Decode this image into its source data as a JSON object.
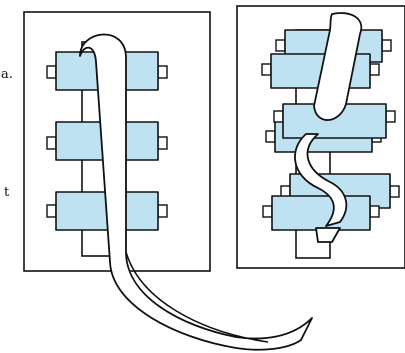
{
  "colors": {
    "roller_fill": "#bfe2f2",
    "line": "#111111",
    "background": "#ffffff"
  },
  "edge_text": {
    "line1": "a.",
    "line2": "t"
  },
  "panels": [
    {
      "label": "",
      "rollers": 3
    },
    {
      "label": "",
      "rollers": 6
    }
  ]
}
